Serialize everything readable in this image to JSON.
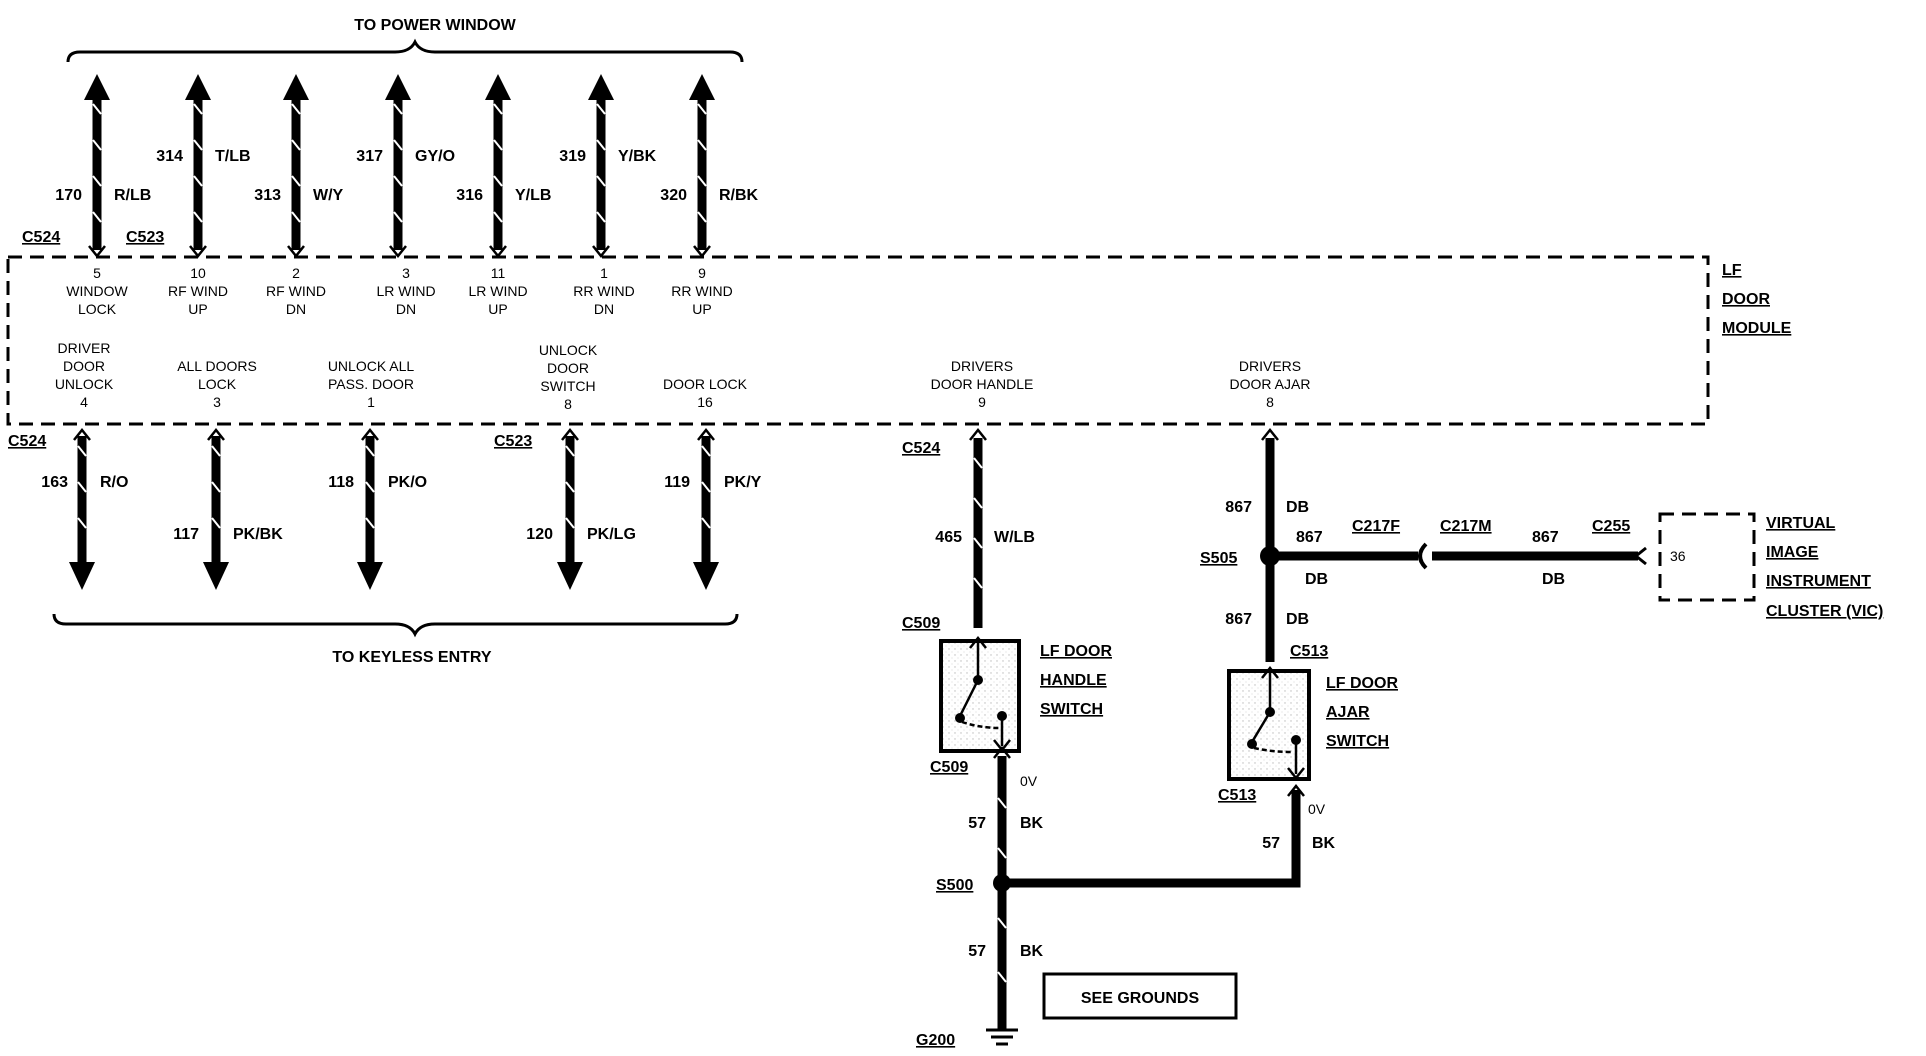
{
  "titles": {
    "power_window": "TO POWER WINDOW",
    "keyless_entry": "TO KEYLESS ENTRY"
  },
  "module": {
    "line1": "LF",
    "line2": "DOOR",
    "line3": "MODULE"
  },
  "connectors": {
    "c524_top": "C524",
    "c523_top": "C523",
    "c524_bottom_left": "C524",
    "c523_bottom": "C523",
    "c524_bottom_mid": "C524",
    "c509_top": "C509",
    "c509_bottom": "C509",
    "c513_top": "C513",
    "c513_bottom": "C513",
    "c217f": "C217F",
    "c217m": "C217M",
    "c255": "C255",
    "s505": "S505",
    "s500": "S500",
    "g200": "G200"
  },
  "top_wires": [
    {
      "circuit": "170",
      "color": "R/LB",
      "pin": "5",
      "func1": "WINDOW",
      "func2": "LOCK"
    },
    {
      "circuit": "314",
      "color": "T/LB",
      "pin": "10",
      "func1": "RF WIND",
      "func2": "UP"
    },
    {
      "circuit": "313",
      "color": "W/Y",
      "pin": "2",
      "func1": "RF WIND",
      "func2": "DN"
    },
    {
      "circuit": "317",
      "color": "GY/O",
      "pin": "3",
      "func1": "LR WIND",
      "func2": "DN"
    },
    {
      "circuit": "316",
      "color": "Y/LB",
      "pin": "11",
      "func1": "LR WIND",
      "func2": "UP"
    },
    {
      "circuit": "319",
      "color": "Y/BK",
      "pin": "1",
      "func1": "RR WIND",
      "func2": "DN"
    },
    {
      "circuit": "320",
      "color": "R/BK",
      "pin": "9",
      "func1": "RR WIND",
      "func2": "UP"
    }
  ],
  "bottom_wires": [
    {
      "circuit": "163",
      "color": "R/O",
      "pin": "4",
      "func1": "DRIVER",
      "func2": "DOOR",
      "func3": "UNLOCK"
    },
    {
      "circuit": "117",
      "color": "PK/BK",
      "pin": "3",
      "func1": "ALL DOORS",
      "func2": "LOCK"
    },
    {
      "circuit": "118",
      "color": "PK/O",
      "pin": "1",
      "func1": "UNLOCK ALL",
      "func2": "PASS. DOOR"
    },
    {
      "circuit": "120",
      "color": "PK/LG",
      "pin": "8",
      "func1": "UNLOCK",
      "func2": "DOOR",
      "func3": "SWITCH"
    },
    {
      "circuit": "119",
      "color": "PK/Y",
      "pin": "16",
      "func1": "DOOR LOCK"
    }
  ],
  "handle_circuit": {
    "pin": "9",
    "func1": "DRIVERS",
    "func2": "DOOR HANDLE",
    "circuit": "465",
    "color": "W/LB"
  },
  "ajar_circuit": {
    "pin": "8",
    "func1": "DRIVERS",
    "func2": "DOOR AJAR",
    "circuit_upper": "867",
    "color_upper": "DB",
    "circuit_branch": "867",
    "color_branch": "DB",
    "circuit_vic": "867",
    "color_vic": "DB",
    "circuit_lower": "867",
    "color_lower": "DB"
  },
  "handle_switch": {
    "line1": "LF DOOR",
    "line2": "HANDLE",
    "line3": "SWITCH"
  },
  "ajar_switch": {
    "line1": "LF DOOR",
    "line2": "AJAR",
    "line3": "SWITCH"
  },
  "vic": {
    "pin": "36",
    "line1": "VIRTUAL",
    "line2": "IMAGE",
    "line3": "INSTRUMENT",
    "line4": "CLUSTER (VIC)"
  },
  "ground": {
    "handle_voltage": "0V",
    "ajar_voltage": "0V",
    "handle_circuit": "57",
    "handle_color": "BK",
    "ajar_circuit": "57",
    "ajar_color": "BK",
    "main_circuit": "57",
    "main_color": "BK",
    "see_grounds": "SEE GROUNDS"
  }
}
